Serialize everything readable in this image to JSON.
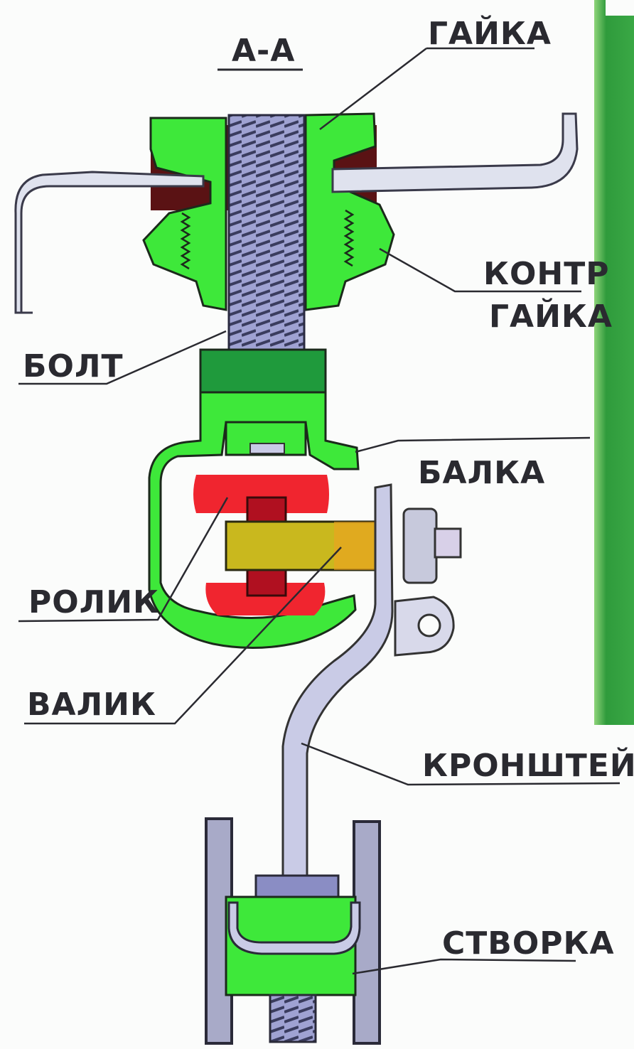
{
  "diagram": {
    "section_label": "А-А",
    "labels": {
      "nut": "ГАЙКА",
      "locknut_line1": "КОНТР",
      "locknut_line2": "ГАЙКА",
      "bolt": "БОЛТ",
      "beam": "БАЛКА",
      "roller": "РОЛИК",
      "shaft": "ВАЛИК",
      "bracket": "КРОНШТЕЙН",
      "sash": "СТВОРКА"
    },
    "colors": {
      "green": "#3ee83a",
      "dark_green": "#1f9a3c",
      "red": "#f0252f",
      "dark_red": "#b01020",
      "brown": "#5a1214",
      "steel": "#c9cbe6",
      "bolt": "#8a8dc4",
      "shaft": "#c9b81e",
      "frame": "#a8aac8",
      "wall_green": "#2f9b3c"
    }
  }
}
